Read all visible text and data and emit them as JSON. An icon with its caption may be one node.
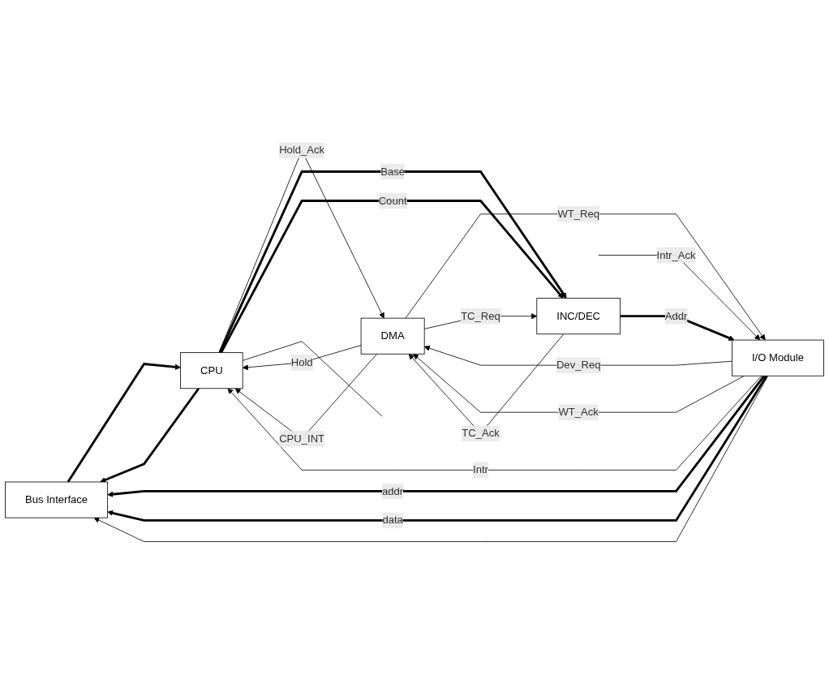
{
  "diagram": {
    "nodes": [
      {
        "text": [
          "Bus Interface"
        ]
      },
      {
        "text": [
          "CPU"
        ]
      },
      {
        "text": [
          "DMA"
        ]
      },
      {
        "text": [
          "I/O Module"
        ]
      },
      {
        "text": [
          "INC/DEC"
        ]
      }
    ],
    "edges": [
      {
        "from": 1,
        "to": 0,
        "arrow": "to",
        "style": "thick"
      },
      {
        "from": 0,
        "to": 1,
        "arrow": "to",
        "style": "thick"
      },
      {
        "from": 3,
        "to": 0,
        "arrow": "to",
        "label": "addr",
        "style": "thick"
      },
      {
        "from": 3,
        "to": 0,
        "arrow": "to",
        "label": "data",
        "style": "thick"
      },
      {
        "from": 3,
        "to": 0,
        "arrow": "to"
      },
      {
        "from": 2,
        "to": 1,
        "arrow": "to",
        "label": "Hold"
      },
      {
        "from": 1,
        "to": 2,
        "arrow": "to",
        "label": "Hold_Ack"
      },
      {
        "from": 2,
        "to": 1,
        "arrow": "to",
        "label": "CPU_INT"
      },
      {
        "from": 3,
        "to": 2,
        "arrow": "to",
        "label": "Dev_Req"
      },
      {
        "from": 2,
        "to": 3,
        "arrow": "to",
        "label": "WT_Req"
      },
      {
        "from": 3,
        "to": 2,
        "arrow": "to",
        "label": "WT_Ack"
      },
      {
        "from": 2,
        "to": 4,
        "arrow": "to",
        "label": "TC_Req"
      },
      {
        "from": 4,
        "to": 2,
        "arrow": "to",
        "label": "TC_Ack"
      },
      {
        "from": 1,
        "to": 4,
        "arrow": "to",
        "label": "Base",
        "style": "thick"
      },
      {
        "from": 1,
        "to": 4,
        "arrow": "to",
        "label": "Count",
        "style": "thick"
      },
      {
        "from": 4,
        "to": 3,
        "arrow": "to",
        "label": "Addr",
        "style": "thick"
      },
      {
        "from": 3,
        "to": 1,
        "arrow": "to",
        "label": "Intr"
      },
      {
        "from": 1,
        "to": null,
        "arrow": "none"
      },
      {
        "from": null,
        "to": 3,
        "arrow": "to",
        "label": "Intr_Ack"
      }
    ]
  }
}
